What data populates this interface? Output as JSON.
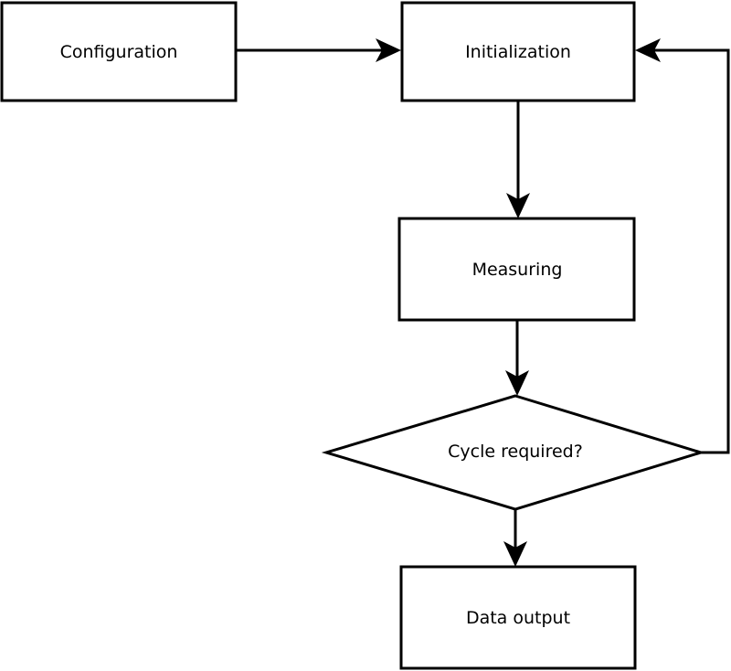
{
  "diagram": {
    "type": "flowchart",
    "background_color": "#ffffff",
    "line_color": "#000000",
    "node_fill_color": "#ffffff",
    "text_color": "#000000",
    "nodes": {
      "configuration": {
        "label": "Configuration",
        "shape": "rectangle"
      },
      "initialization": {
        "label": "Initialization",
        "shape": "rectangle"
      },
      "measuring": {
        "label": "Measuring",
        "shape": "rectangle"
      },
      "cycle_required": {
        "label": "Cycle required?",
        "shape": "diamond"
      },
      "data_output": {
        "label": "Data output",
        "shape": "rectangle"
      }
    },
    "edges": [
      {
        "from": "Configuration",
        "to": "Initialization",
        "direction": "right"
      },
      {
        "from": "Initialization",
        "to": "Measuring",
        "direction": "down"
      },
      {
        "from": "Measuring",
        "to": "Cycle required?",
        "direction": "down"
      },
      {
        "from": "Cycle required?",
        "to": "Data output",
        "direction": "down"
      },
      {
        "from": "Cycle required?",
        "to": "Initialization",
        "direction": "loop-back-up"
      }
    ]
  }
}
